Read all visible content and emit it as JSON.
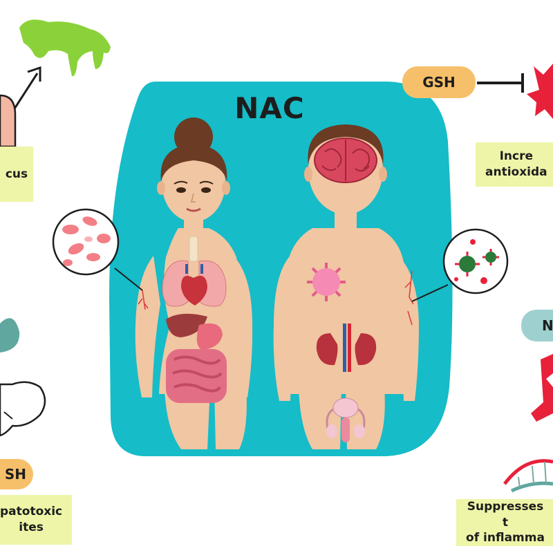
{
  "title": "NAC",
  "labels": {
    "top_left": "cus",
    "top_right": "Incre\nantioxida",
    "bottom_left": "patotoxic\nites",
    "bottom_right": "Suppresses t\nof inflamma"
  },
  "pills": {
    "gsh_right": "GSH",
    "gsh_left": "SH",
    "nf_right": "N"
  },
  "colors": {
    "panel": "#16bcc7",
    "skin": "#f1c6a3",
    "hair": "#6b3b23",
    "label_bg": "#eef5a8",
    "pill_orange": "#f6c06a",
    "pill_teal": "#9ed0cf",
    "accent_red": "#e8213b"
  }
}
